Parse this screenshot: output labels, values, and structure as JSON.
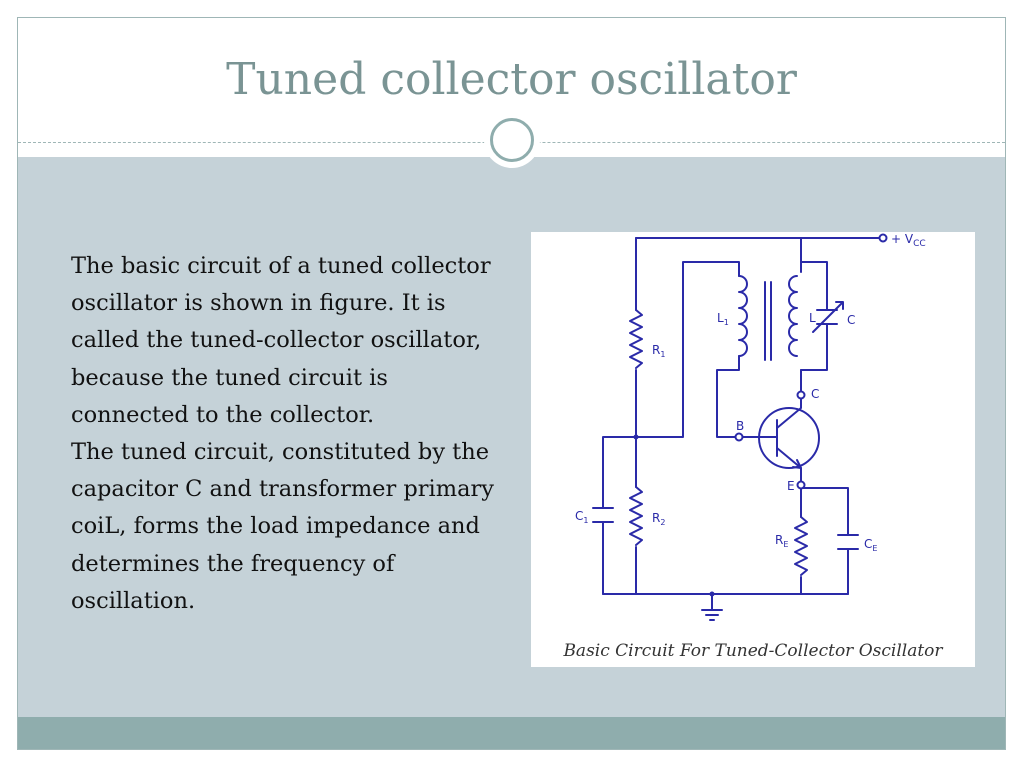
{
  "slide": {
    "title": "Tuned collector oscillator",
    "paragraphs": [
      "The basic circuit of a tuned collector oscillator is shown in figure. It is called the tuned-collector oscillator, because the tuned circuit is connected to the collector.",
      "The tuned circuit, constituted by the capacitor C and transformer primary coiL, forms the load impedance and determines the frequency of oscillation."
    ]
  },
  "figure": {
    "caption": "Basic Circuit For Tuned-Collector Oscillator",
    "labels": {
      "vcc": "+ V",
      "vcc_sub": "CC",
      "r1": "R",
      "r1_sub": "1",
      "r2": "R",
      "r2_sub": "2",
      "l1": "L",
      "l1_sub": "1",
      "l": "L",
      "c": "C",
      "c1": "C",
      "c1_sub": "1",
      "re": "R",
      "re_sub": "E",
      "ce": "C",
      "ce_sub": "E",
      "base": "B",
      "collector": "C",
      "emitter": "E"
    }
  },
  "colors": {
    "wire": "#2a2aa8",
    "accent": "#8fadad",
    "content_bg": "#c5d2d8"
  }
}
